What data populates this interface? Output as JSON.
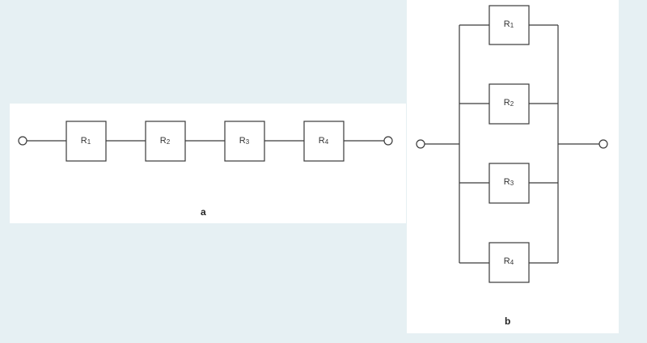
{
  "series_circuit": {
    "caption": "a",
    "resistors": [
      {
        "letter": "R",
        "sub": "1"
      },
      {
        "letter": "R",
        "sub": "2"
      },
      {
        "letter": "R",
        "sub": "3"
      },
      {
        "letter": "R",
        "sub": "4"
      }
    ]
  },
  "parallel_circuit": {
    "caption": "b",
    "resistors": [
      {
        "letter": "R",
        "sub": "1"
      },
      {
        "letter": "R",
        "sub": "2"
      },
      {
        "letter": "R",
        "sub": "3"
      },
      {
        "letter": "R",
        "sub": "4"
      }
    ]
  }
}
